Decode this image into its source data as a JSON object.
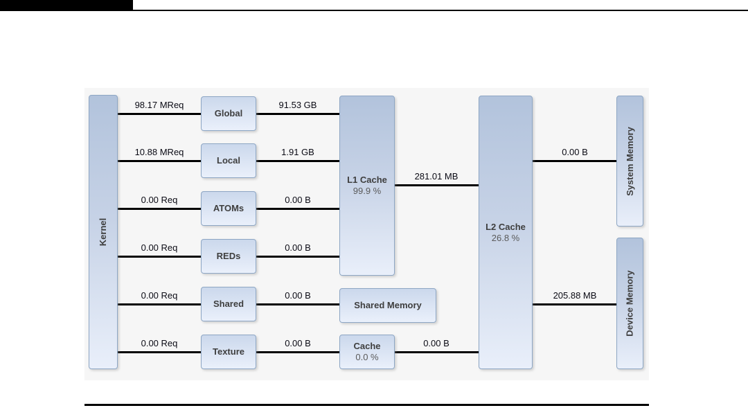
{
  "nodes": {
    "kernel": {
      "label": "Kernel"
    },
    "global": {
      "label": "Global"
    },
    "local": {
      "label": "Local"
    },
    "atoms": {
      "label": "ATOMs"
    },
    "reds": {
      "label": "REDs"
    },
    "shared": {
      "label": "Shared"
    },
    "texture": {
      "label": "Texture"
    },
    "l1_cache": {
      "label": "L1 Cache",
      "value": "99.9 %"
    },
    "shared_memory": {
      "label": "Shared Memory"
    },
    "texture_cache": {
      "label": "Cache",
      "value": "0.0 %"
    },
    "l2_cache": {
      "label": "L2 Cache",
      "value": "26.8 %"
    },
    "system_memory": {
      "label": "System Memory"
    },
    "device_memory": {
      "label": "Device Memory"
    }
  },
  "links": {
    "kernel_global": {
      "label": "98.17 MReq"
    },
    "global_l1": {
      "label": "91.53 GB"
    },
    "kernel_local": {
      "label": "10.88 MReq"
    },
    "local_l1": {
      "label": "1.91 GB"
    },
    "kernel_atoms": {
      "label": "0.00 Req"
    },
    "atoms_l1": {
      "label": "0.00 B"
    },
    "kernel_reds": {
      "label": "0.00 Req"
    },
    "reds_l1": {
      "label": "0.00 B"
    },
    "kernel_shared": {
      "label": "0.00 Req"
    },
    "shared_sharedmem": {
      "label": "0.00 B"
    },
    "kernel_texture": {
      "label": "0.00 Req"
    },
    "texture_texcache": {
      "label": "0.00 B"
    },
    "l1_l2": {
      "label": "281.01 MB"
    },
    "texcache_l2": {
      "label": "0.00 B"
    },
    "l2_sysmem": {
      "label": "0.00 B"
    },
    "l2_devmem": {
      "label": "205.88 MB"
    }
  },
  "colors": {
    "diagram_background": "#f6f6f6",
    "node_border": "#8da6c4",
    "node_gradient_top": "#b2c3dc",
    "node_gradient_bottom": "#eaf0fb",
    "link_line": "#000000",
    "top_bar": "#000000"
  }
}
